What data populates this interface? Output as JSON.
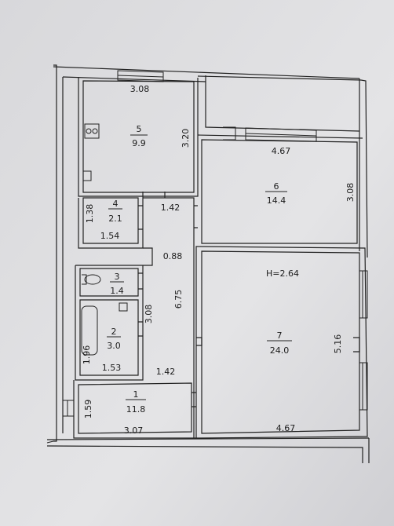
{
  "plan": {
    "ceiling_height": "H=2.64",
    "rooms": [
      {
        "id": "5",
        "area": "9.9"
      },
      {
        "id": "4",
        "area": "2.1"
      },
      {
        "id": "3",
        "area": "1.4"
      },
      {
        "id": "2",
        "area": "3.0"
      },
      {
        "id": "1",
        "area": "11.8"
      },
      {
        "id": "6",
        "area": "14.4"
      },
      {
        "id": "7",
        "area": "24.0"
      }
    ],
    "dimensions": {
      "room5_width": "3.08",
      "room5_length": "3.20",
      "room4_height": "1.38",
      "room4_width": "1.54",
      "hall_upper_width": "1.42",
      "hall_neck_width": "0.88",
      "hall_length": "6.75",
      "corridor_length": "3.08",
      "room2_height": "1.96",
      "room2_width": "1.53",
      "hall_lower_width": "1.42",
      "room1_height": "1.59",
      "room1_width": "3.07",
      "room6_width": "4.67",
      "room6_length": "3.08",
      "room7_length": "5.16",
      "room7_width": "4.67"
    }
  }
}
